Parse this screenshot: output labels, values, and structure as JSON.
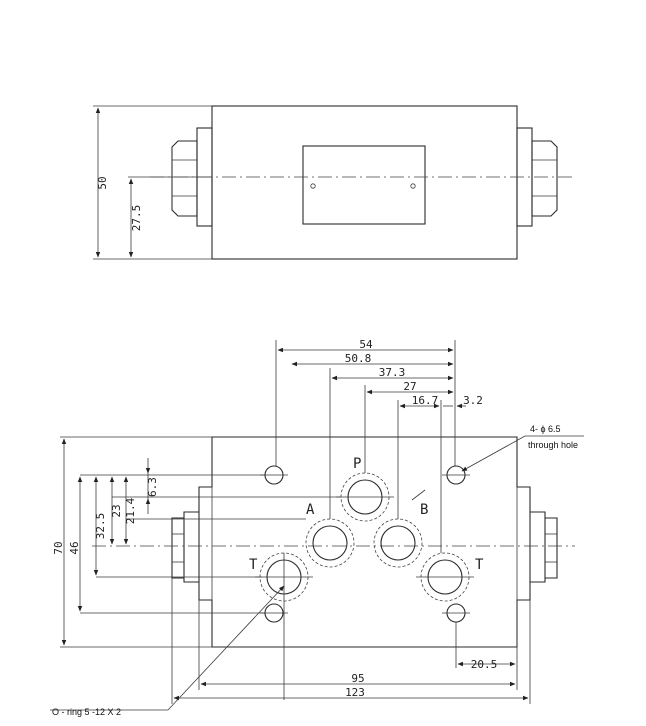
{
  "top_view": {
    "dims": {
      "height": "50",
      "center": "27.5"
    }
  },
  "front_view": {
    "dims": {
      "d54": "54",
      "d50_8": "50.8",
      "d37_3": "37.3",
      "d27": "27",
      "d16_7": "16.7",
      "d3_2": "3.2",
      "d70": "70",
      "d46": "46",
      "d32_5": "32.5",
      "d23": "23",
      "d21_4": "21.4",
      "d6_3": "6.3",
      "d20_5": "20.5",
      "d95": "95",
      "d123": "123"
    },
    "ports": {
      "p": "P",
      "a": "A",
      "b": "B",
      "t_left": "T",
      "t_right": "T"
    },
    "notes": {
      "hole_line1": "4- ϕ 6.5",
      "hole_line2": "through hole",
      "oring": "O - ring 5 -12 X 2"
    }
  }
}
